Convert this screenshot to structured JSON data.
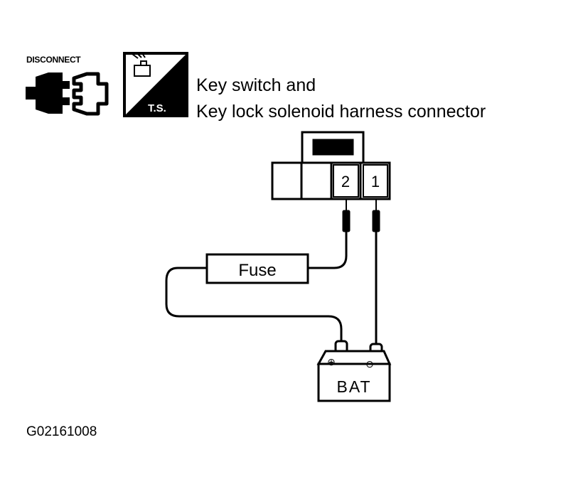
{
  "icons": {
    "disconnect": {
      "label": "DISCONNECT",
      "icon": "disconnect-connector-icon"
    },
    "test_symbol": {
      "label": "T.S.",
      "icon": "test-symbol-icon"
    }
  },
  "title": {
    "line1": "Key switch and",
    "line2": "Key lock solenoid harness connector"
  },
  "connector": {
    "terminals": [
      "",
      "",
      "2",
      "1"
    ]
  },
  "components": {
    "fuse": "Fuse",
    "battery": "BAT",
    "battery_plus": "⊕",
    "battery_minus": "⊖"
  },
  "figure_code": "G02161008"
}
